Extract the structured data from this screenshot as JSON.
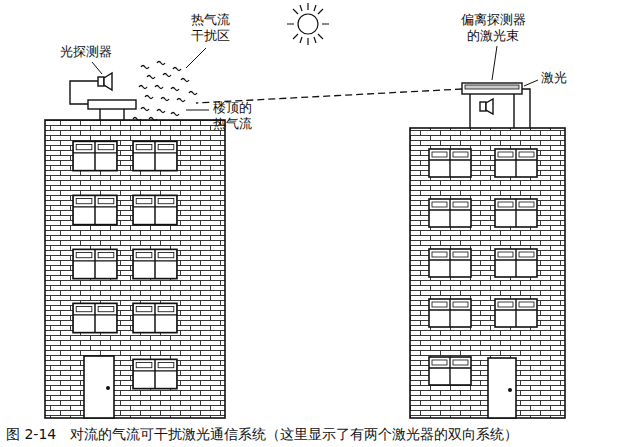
{
  "diagram": {
    "caption": "图 2-14　对流的气流可干扰激光通信系统（这里显示了有两个激光器的双向系统）",
    "labels": [
      "光探测器",
      "热气流 干扰区",
      "楼顶的 热气流",
      "偏离探测器 的激光束",
      "激光"
    ]
  }
}
